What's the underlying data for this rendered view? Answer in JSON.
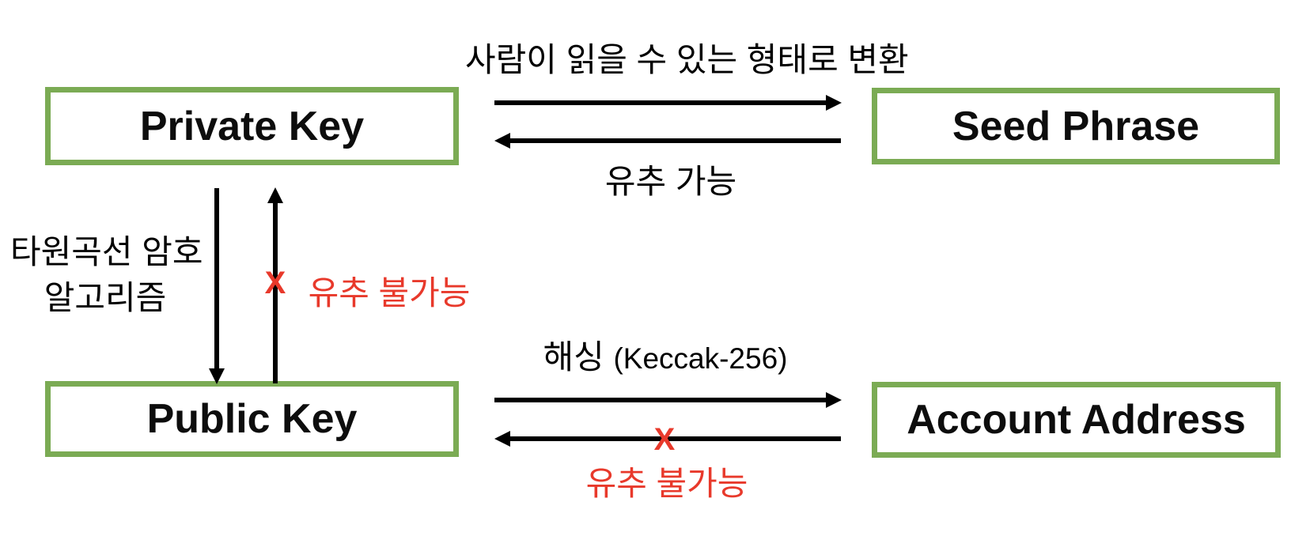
{
  "colors": {
    "box_border": "#7BAB54",
    "warning": "#E8392B",
    "line": "#000000"
  },
  "boxes": {
    "private_key": "Private Key",
    "seed_phrase": "Seed Phrase",
    "public_key": "Public Key",
    "account_address": "Account Address"
  },
  "labels": {
    "top_forward": "사람이 읽을 수 있는 형태로 변환",
    "top_backward": "유추 가능",
    "left_line1": "타원곡선 암호",
    "left_line2": "알고리즘",
    "left_blocked_x": "X",
    "left_blocked": "유추 불가능",
    "hash_ko": "해싱",
    "hash_en": "(Keccak-256)",
    "bottom_blocked_x": "X",
    "bottom_blocked": "유추 불가능"
  }
}
